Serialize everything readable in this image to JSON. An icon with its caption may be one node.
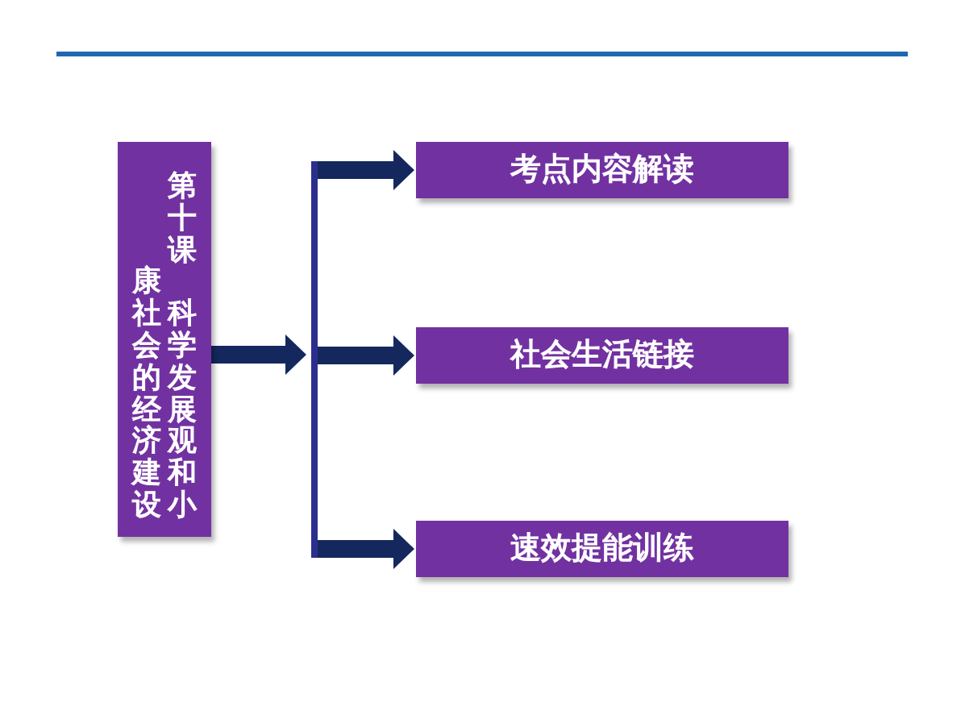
{
  "diagram": {
    "nodes": [
      {
        "text": [
          "第十课",
          "科学发展观和小康社会的经济建设"
        ]
      },
      {
        "text": [
          "考点内容解读"
        ]
      },
      {
        "text": [
          "社会生活链接"
        ]
      },
      {
        "text": [
          "速效提能训练"
        ]
      }
    ],
    "edges": [
      {
        "from": 0,
        "to": 1,
        "arrow": "to"
      },
      {
        "from": 0,
        "to": 2,
        "arrow": "to"
      },
      {
        "from": 0,
        "to": 3,
        "arrow": "to"
      }
    ]
  }
}
